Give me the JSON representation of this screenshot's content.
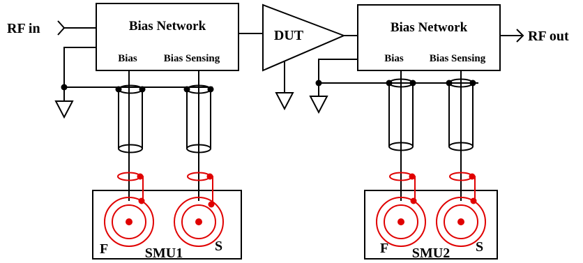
{
  "labels": {
    "rf_in": "RF in",
    "rf_out": "RF out",
    "dut": "DUT",
    "left_bias_network": {
      "title": "Bias Network",
      "bias": "Bias",
      "sensing": "Bias Sensing"
    },
    "right_bias_network": {
      "title": "Bias Network",
      "bias": "Bias",
      "sensing": "Bias Sensing"
    },
    "smu1": {
      "name": "SMU1",
      "force": "F",
      "sense": "S"
    },
    "smu2": {
      "name": "SMU2",
      "force": "F",
      "sense": "S"
    }
  },
  "colors": {
    "wire": "#000000",
    "smu_connector": "#e00000"
  }
}
